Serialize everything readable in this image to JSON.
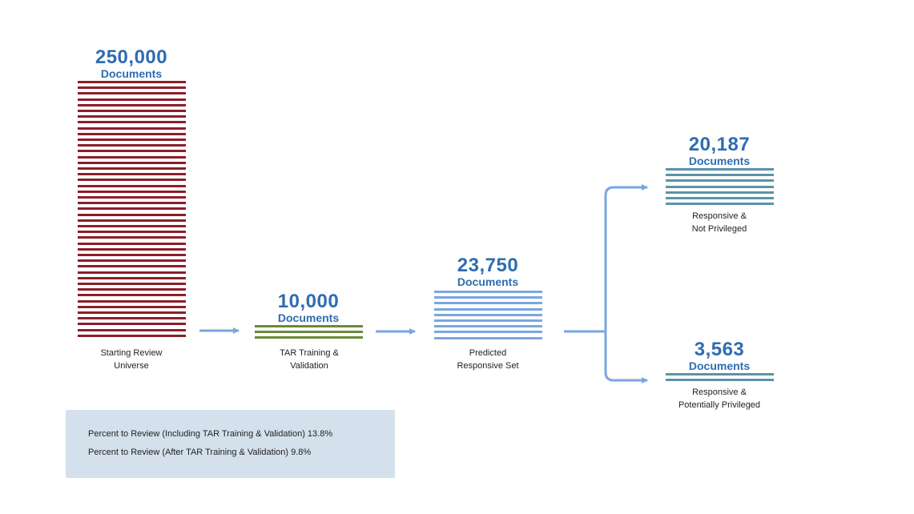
{
  "stages": [
    {
      "id": "universe",
      "count": "250,000",
      "unit": "Documents",
      "caption": [
        "Starting Review",
        "Universe"
      ],
      "color": "#8b1f2a",
      "lines": 45
    },
    {
      "id": "training",
      "count": "10,000",
      "unit": "Documents",
      "caption": [
        "TAR Training &",
        "Validation"
      ],
      "color": "#6b8a3a",
      "lines": 3
    },
    {
      "id": "predicted",
      "count": "23,750",
      "unit": "Documents",
      "caption": [
        "Predicted",
        "Responsive Set"
      ],
      "color": "#7aa6e0",
      "lines": 9
    },
    {
      "id": "not-privileged",
      "count": "20,187",
      "unit": "Documents",
      "caption": [
        "Responsive &",
        "Not Privileged"
      ],
      "color": "#5b93a8",
      "lines": 7
    },
    {
      "id": "privileged",
      "count": "3,563",
      "unit": "Documents",
      "caption": [
        "Responsive &",
        "Potentially Privileged"
      ],
      "color": "#5b93a8",
      "lines": 2
    }
  ],
  "summary": {
    "line1": "Percent to Review (Including TAR Training & Validation) 13.8%",
    "line2": "Percent to Review (After TAR Training & Validation) 9.8%"
  },
  "colors": {
    "heading": "#2e6db0",
    "arrow": "#7aa6e0",
    "summary_bg": "#d4e0ec"
  }
}
